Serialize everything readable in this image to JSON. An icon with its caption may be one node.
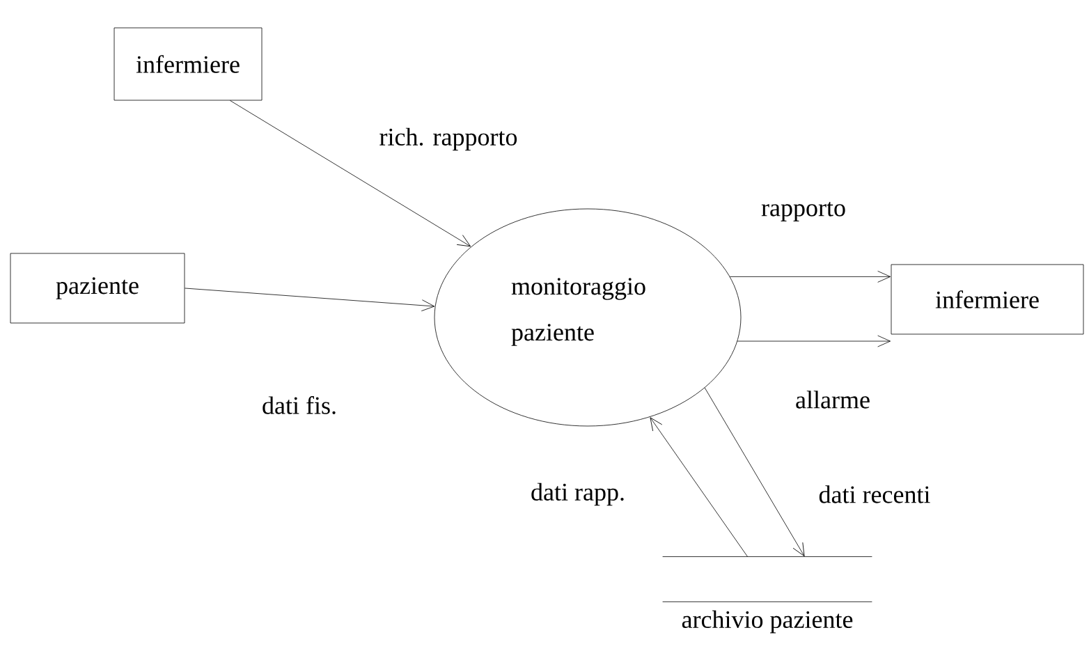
{
  "diagram": {
    "nodes": [
      {
        "text": [
          "infermiere"
        ]
      },
      {
        "text": [
          "paziente"
        ]
      },
      {
        "text": [
          "monitoraggio paziente"
        ]
      },
      {
        "text": [
          "infermiere"
        ]
      },
      {
        "text": [
          "archivio paziente"
        ]
      }
    ],
    "edges": [
      {
        "from": 0,
        "to": 2,
        "arrow": "to",
        "label": "rich. rapporto"
      },
      {
        "from": 1,
        "to": 2,
        "arrow": "to",
        "label": "dati fis."
      },
      {
        "from": 2,
        "to": 3,
        "arrow": "to",
        "label": "rapporto"
      },
      {
        "from": 2,
        "to": 3,
        "arrow": "to",
        "label": "allarme"
      },
      {
        "from": 2,
        "to": 4,
        "arrow": "to",
        "label": "dati recenti"
      },
      {
        "from": 4,
        "to": 2,
        "arrow": "to",
        "label": "dati rapp."
      }
    ]
  }
}
